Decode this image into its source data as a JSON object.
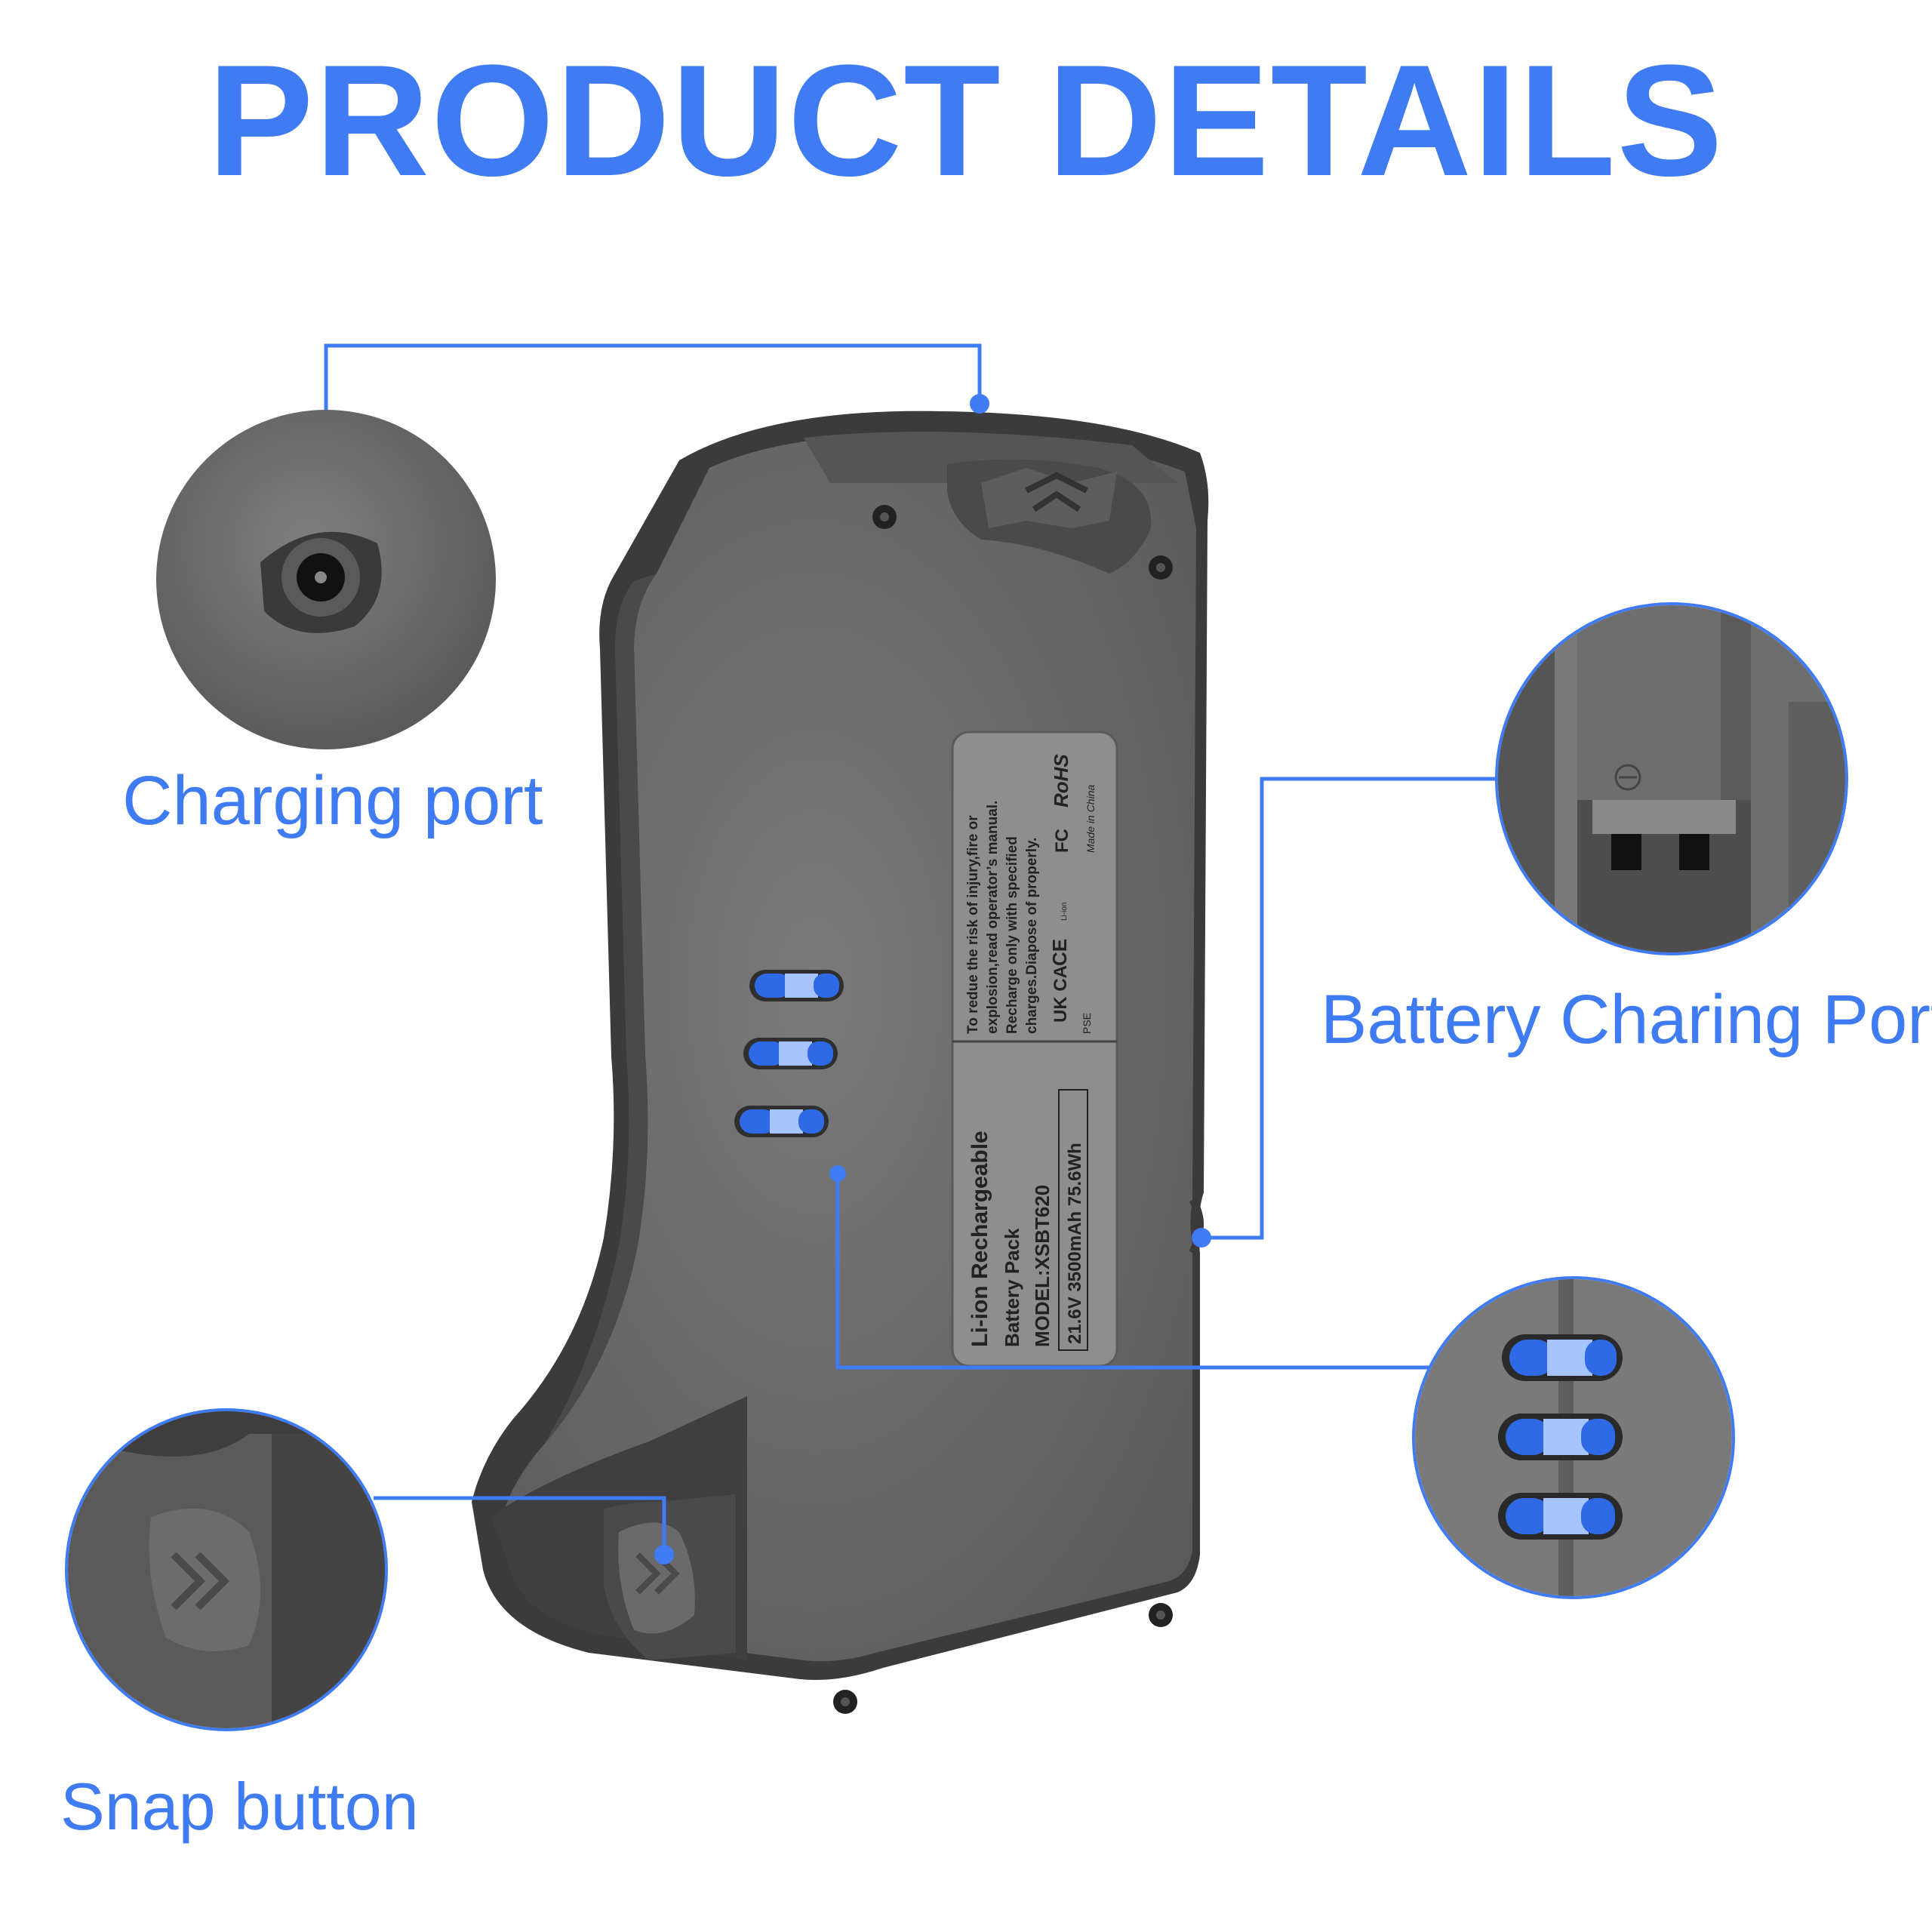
{
  "title": "PRODUCT DETAILS",
  "callouts": {
    "charging_port": "Charging port",
    "battery_charging_port": "Battery Charing Port",
    "snap_button": "Snap button"
  },
  "sticker": {
    "warning_lines": [
      "To redue the risk of injury,fire or",
      "explosion,read operator’s manual.",
      "Recharge only with specified",
      "charges.Diapose of properly."
    ],
    "rohs": "RoHS",
    "made_in": "Made in China",
    "ce": "CE",
    "ukca": "UK CA",
    "fc": "FC",
    "li_ion_mark": "Li-ion",
    "pse": "PSE",
    "product_lines": [
      "Li-ion Rechargeable",
      "Battery Pack",
      "MODEL:XSBT620"
    ],
    "spec": "21.6V 3500mAh 75.6Wh"
  },
  "colors": {
    "accent": "#3f7bf2",
    "body": "#6b6b6b",
    "body_dark": "#3a3a3a",
    "sticker": "#8f8f8f"
  },
  "icons": [
    "charging-port-icon",
    "battery-port-icon",
    "led-indicator-icon",
    "snap-button-icon",
    "screw-icon"
  ]
}
